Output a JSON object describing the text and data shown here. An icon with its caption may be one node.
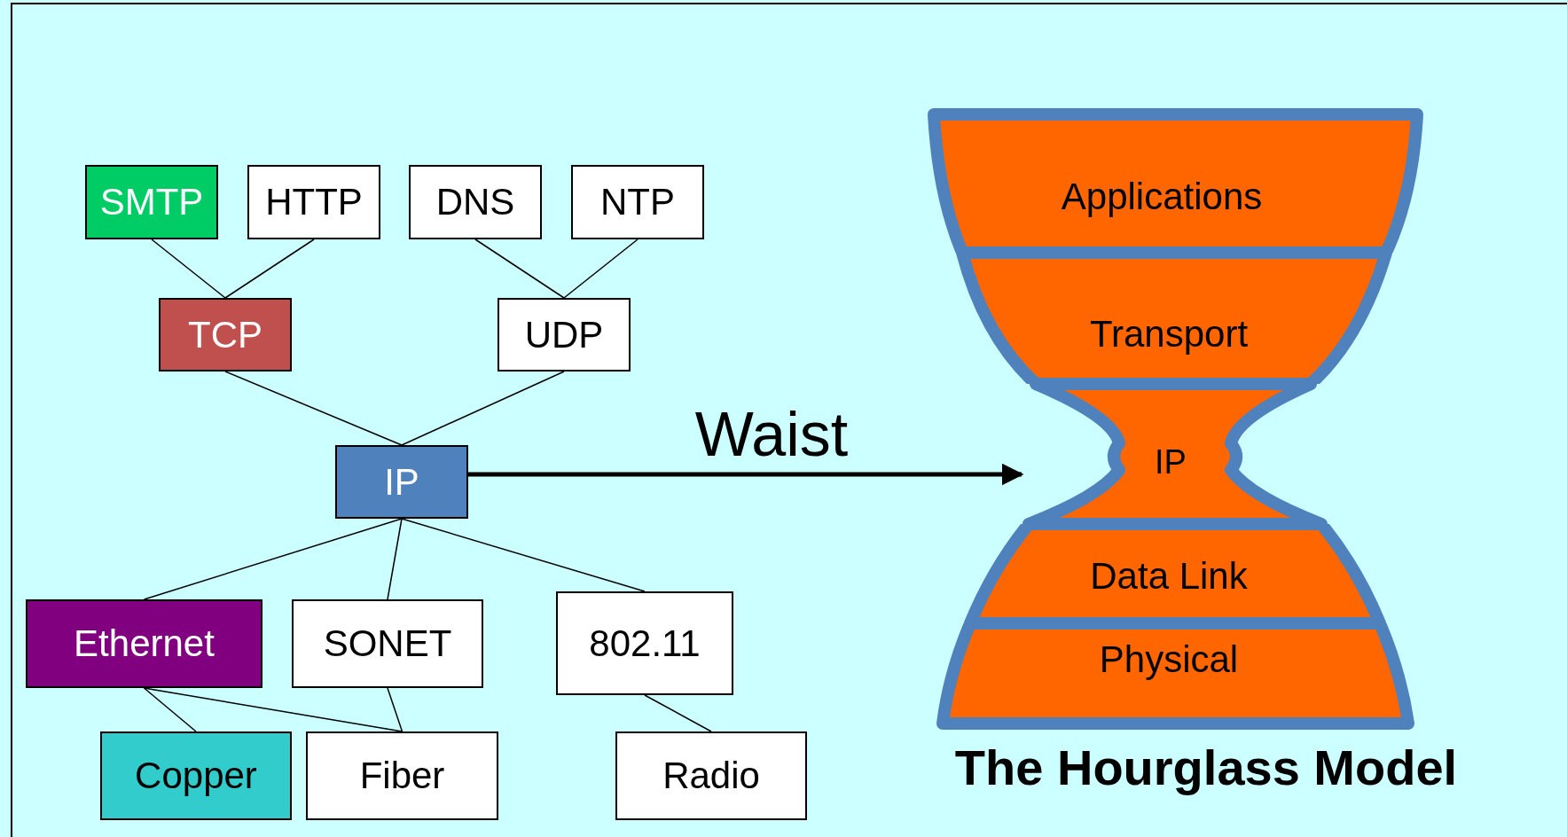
{
  "diagram": {
    "caption": "The Hourglass Model",
    "nodes": [
      {
        "text": [
          "SMTP"
        ]
      },
      {
        "text": [
          "HTTP"
        ]
      },
      {
        "text": [
          "DNS"
        ]
      },
      {
        "text": [
          "NTP"
        ]
      },
      {
        "text": [
          "TCP"
        ]
      },
      {
        "text": [
          "UDP"
        ]
      },
      {
        "text": [
          "IP"
        ]
      },
      {
        "text": [
          "Ethernet"
        ]
      },
      {
        "text": [
          "SONET"
        ]
      },
      {
        "text": [
          "802.11"
        ]
      },
      {
        "text": [
          "Copper"
        ]
      },
      {
        "text": [
          "Fiber"
        ]
      },
      {
        "text": [
          "Radio"
        ]
      },
      {
        "text": [
          "Applications"
        ]
      },
      {
        "text": [
          "Transport"
        ]
      },
      {
        "text": [
          "IP"
        ]
      },
      {
        "text": [
          "Data Link"
        ]
      },
      {
        "text": [
          "Physical"
        ]
      }
    ],
    "edges": [
      {
        "from": 0,
        "to": 4,
        "arrow": "none"
      },
      {
        "from": 1,
        "to": 4,
        "arrow": "none"
      },
      {
        "from": 2,
        "to": 5,
        "arrow": "none"
      },
      {
        "from": 3,
        "to": 5,
        "arrow": "none"
      },
      {
        "from": 4,
        "to": 6,
        "arrow": "none"
      },
      {
        "from": 5,
        "to": 6,
        "arrow": "none"
      },
      {
        "from": 6,
        "to": 7,
        "arrow": "none"
      },
      {
        "from": 6,
        "to": 8,
        "arrow": "none"
      },
      {
        "from": 6,
        "to": 9,
        "arrow": "none"
      },
      {
        "from": 7,
        "to": 10,
        "arrow": "none"
      },
      {
        "from": 7,
        "to": 11,
        "arrow": "none"
      },
      {
        "from": 8,
        "to": 11,
        "arrow": "none"
      },
      {
        "from": 9,
        "to": 12,
        "arrow": "none"
      },
      {
        "from": 6,
        "to": 15,
        "arrow": "to",
        "label": "Waist",
        "style": "thick"
      }
    ]
  }
}
